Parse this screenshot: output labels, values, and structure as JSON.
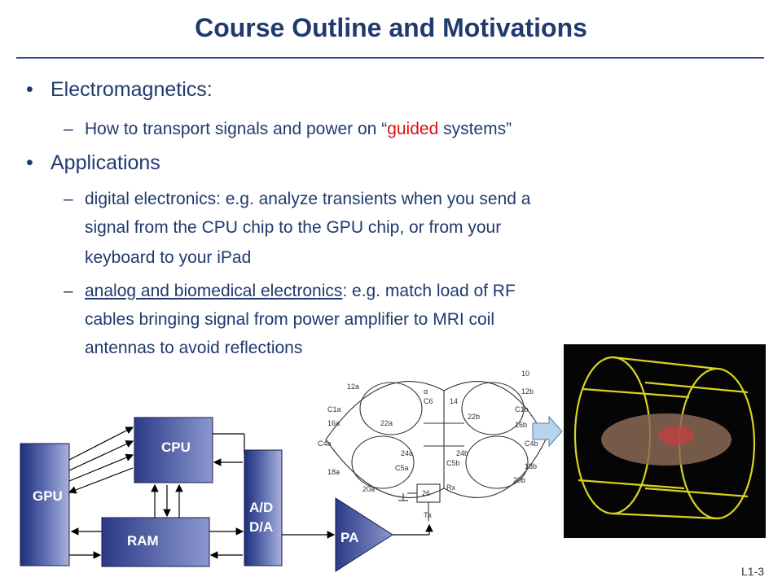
{
  "slide": {
    "title": "Course Outline and Motivations",
    "number": "L1-3"
  },
  "bullets": {
    "b1": {
      "marker": "•",
      "text": "Electromagnetics:",
      "sub1": {
        "dash": "–",
        "before": "How to transport signals and power on “",
        "highlight": "guided",
        "after": " systems”"
      }
    },
    "b2": {
      "marker": "•",
      "text": "Applications",
      "sub1": {
        "dash": "–",
        "line1": "digital electronics: e.g. analyze transients when you send a",
        "line2": "signal from the CPU chip to the GPU chip, or from your",
        "line3": "keyboard to your iPad"
      },
      "sub2": {
        "dash": "–",
        "underlined": "analog and biomedical electronics",
        "line1_rest": ": e.g. match load of RF",
        "line2": "cables bringing signal from power amplifier to MRI coil",
        "line3": "antennas to avoid reflections"
      }
    }
  },
  "diagram": {
    "gpu": "GPU",
    "cpu": "CPU",
    "ram": "RAM",
    "adc_top": "A/D",
    "adc_bottom": "D/A",
    "pa": "PA"
  },
  "circuit_labels": {
    "l12a": "12a",
    "l10": "10",
    "l12b": "12b",
    "la": "α",
    "l14": "14",
    "lc6": "C6",
    "lc1a": "C1a",
    "l16a": "16a",
    "l22a": "22a",
    "l22b": "22b",
    "lc1b": "C1b",
    "l16b": "16b",
    "lc4a": "C4a",
    "lc4b": "C4b",
    "l24a": "24a",
    "l24b": "24b",
    "lc5a": "C5a",
    "lc5b": "C5b",
    "l18a": "18a",
    "l18b": "18b",
    "l20a": "20a",
    "l20b": "20b",
    "l26": "26",
    "lrx": "Rx",
    "ltx": "Tx"
  }
}
